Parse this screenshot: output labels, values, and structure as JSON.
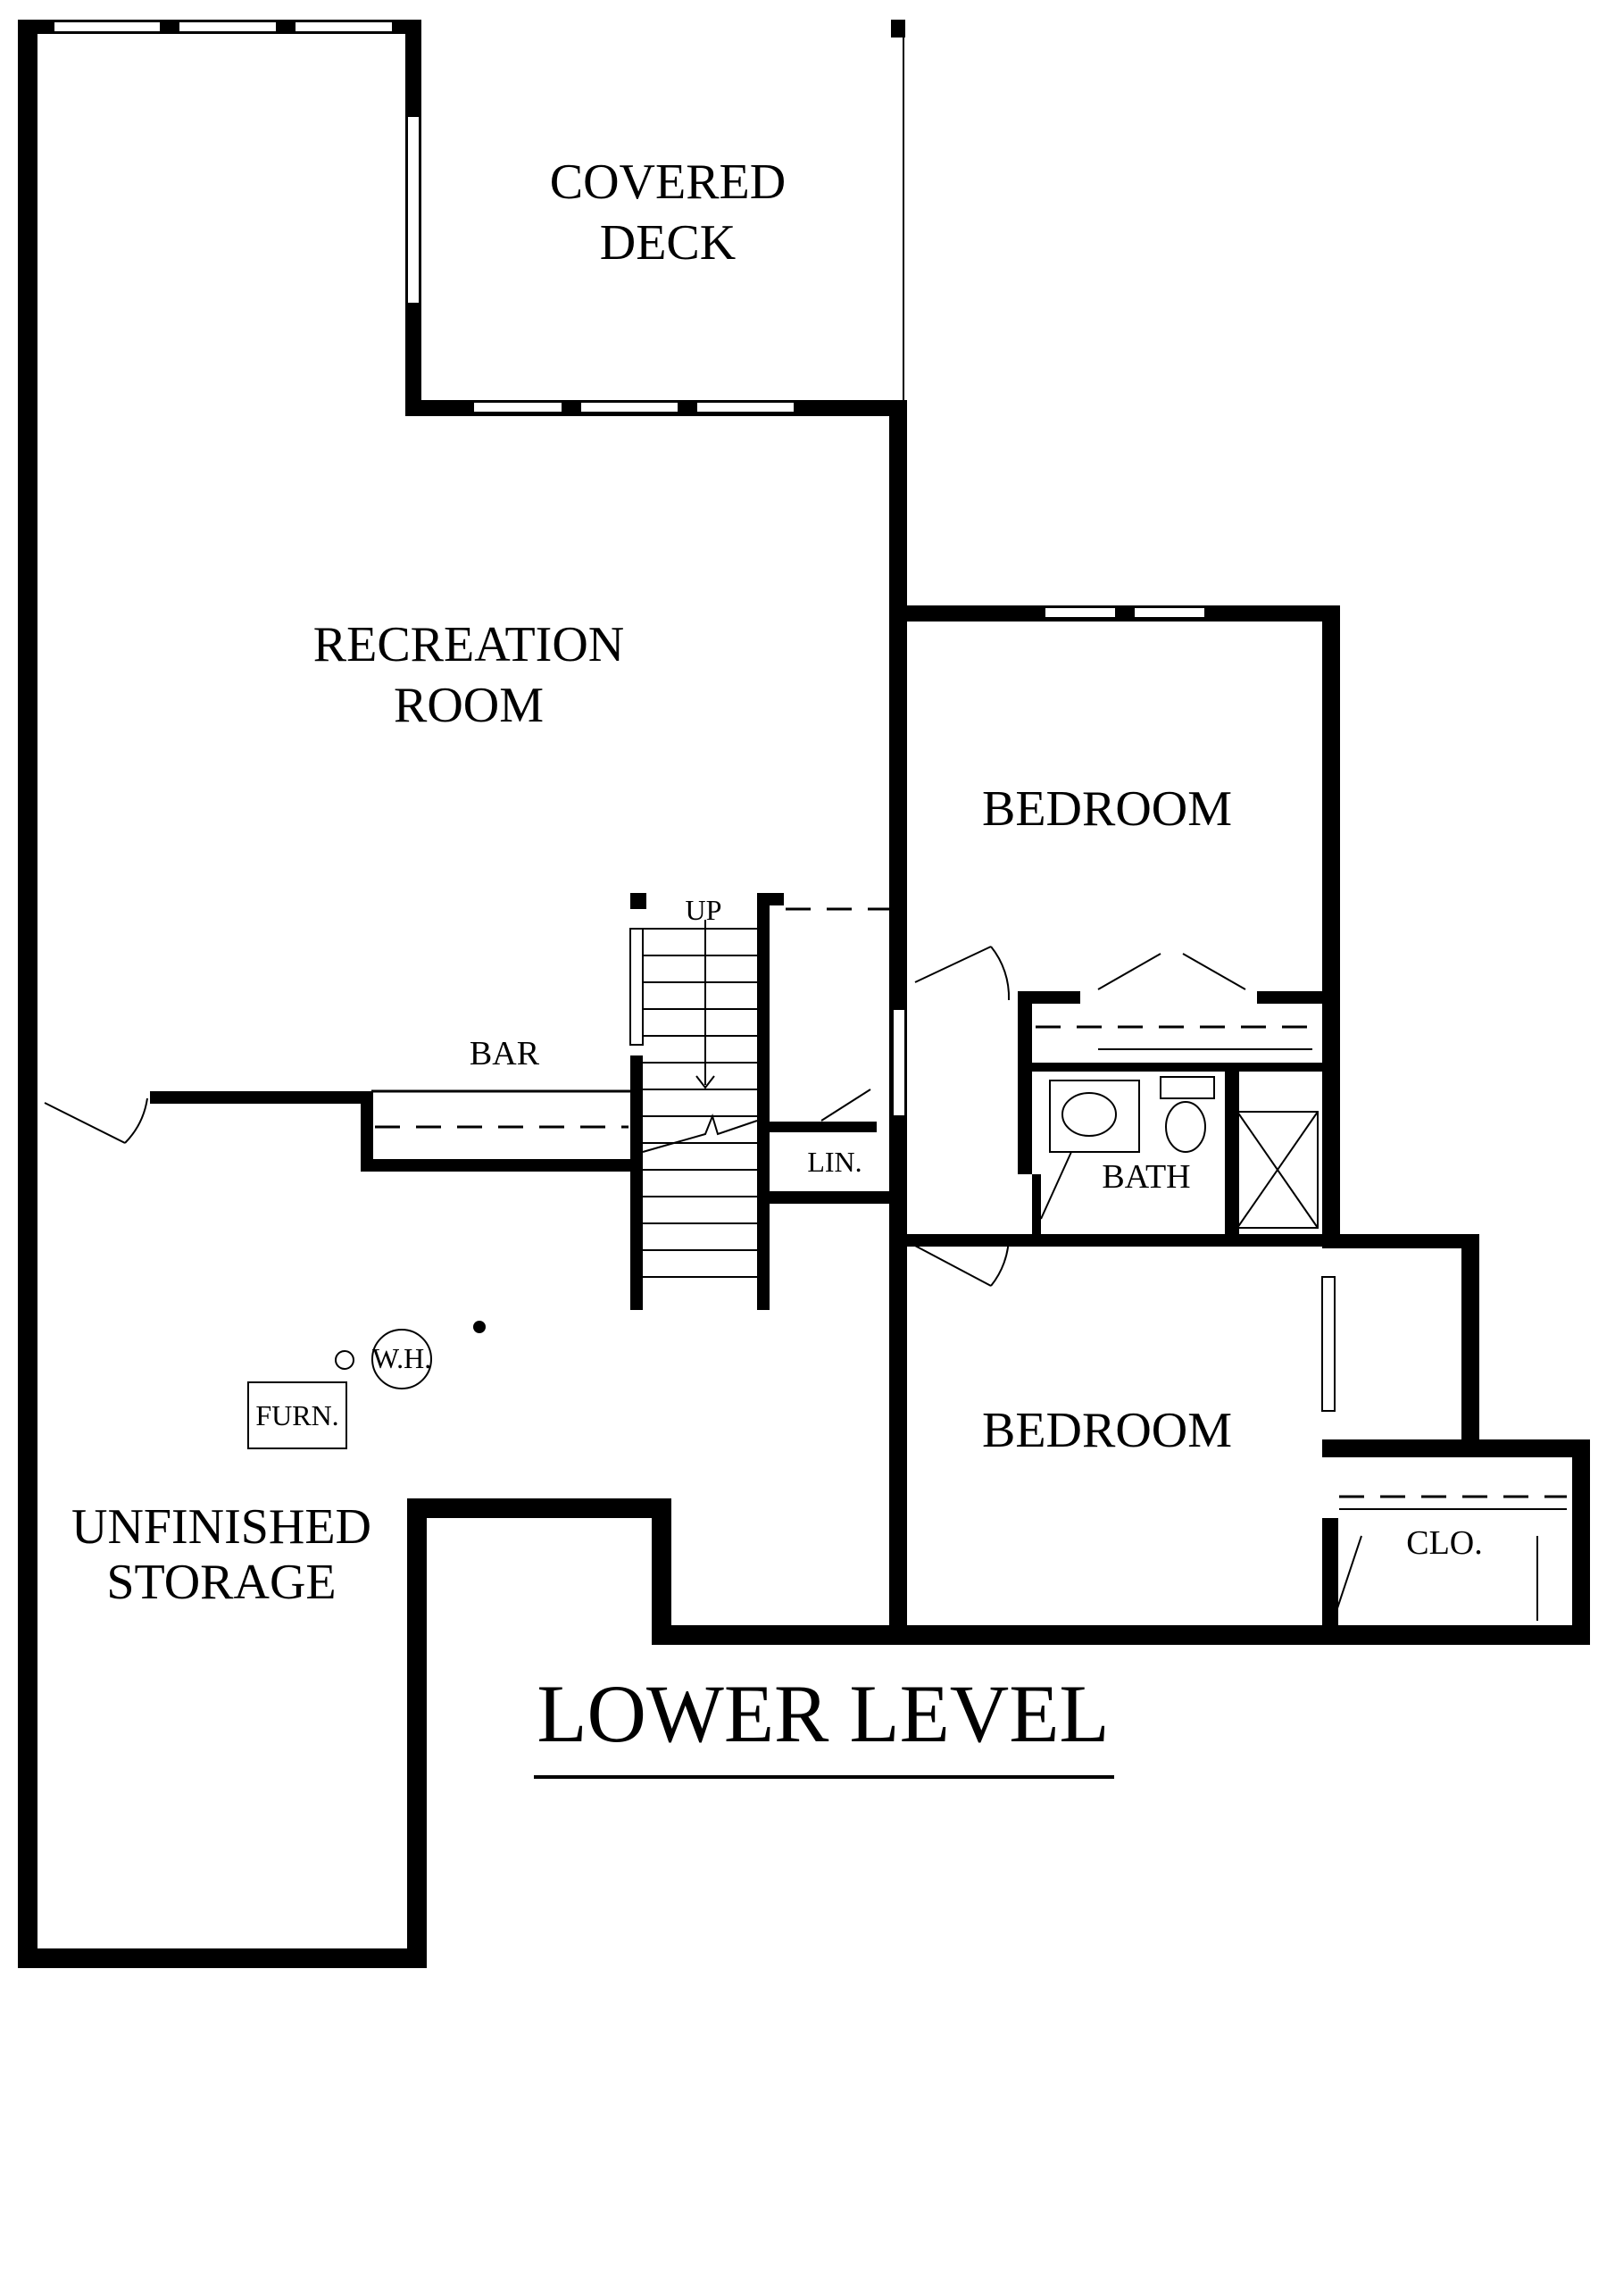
{
  "plan": {
    "title": "LOWER LEVEL",
    "rooms": {
      "covered_deck": [
        "COVERED",
        "DECK"
      ],
      "recreation_room": [
        "RECREATION",
        "ROOM"
      ],
      "bedroom_upper": "BEDROOM",
      "bedroom_lower": "BEDROOM",
      "bar": "BAR",
      "bath": "BATH",
      "linen": "LIN.",
      "closet": "CLO.",
      "unfinished_storage": [
        "UNFINISHED",
        "STORAGE"
      ]
    },
    "labels": {
      "stairs_up": "UP",
      "water_heater": "W.H.",
      "furnace": "FURN."
    }
  }
}
